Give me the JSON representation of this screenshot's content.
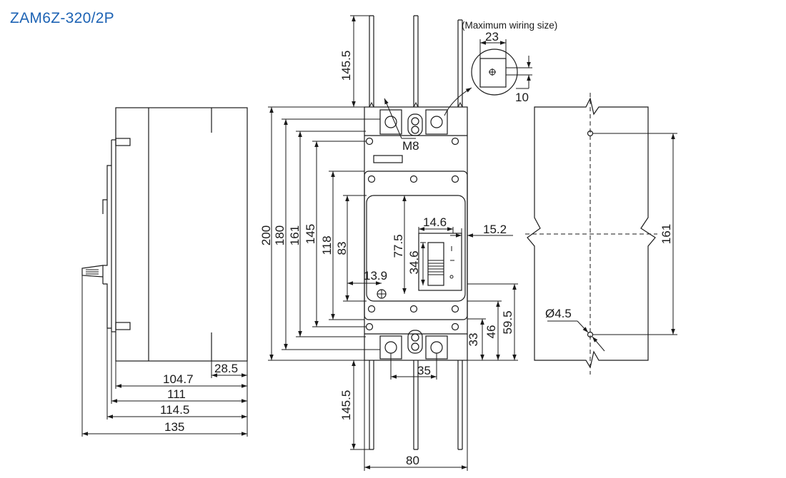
{
  "title": "ZAM6Z-320/2P",
  "note": "(Maximum wiring size)",
  "dims": {
    "wire_top": "145.5",
    "wire_bottom": "145.5",
    "wiring_width": "23",
    "wiring_height": "10",
    "bolt": "M8",
    "d200": "200",
    "d180": "180",
    "d161": "161",
    "d145": "145",
    "d118": "118",
    "d83": "83",
    "d77_5": "77.5",
    "d34_6": "34.6",
    "d14_6": "14.6",
    "d15_2": "15.2",
    "d13_9": "13.9",
    "d59_5": "59.5",
    "d46": "46",
    "d33": "33",
    "d35": "35",
    "d80": "80",
    "d28_5": "28.5",
    "d104_7": "104.7",
    "d111": "111",
    "d114_5": "114.5",
    "d135": "135",
    "d161_right": "161",
    "hole": "Ø4.5"
  }
}
